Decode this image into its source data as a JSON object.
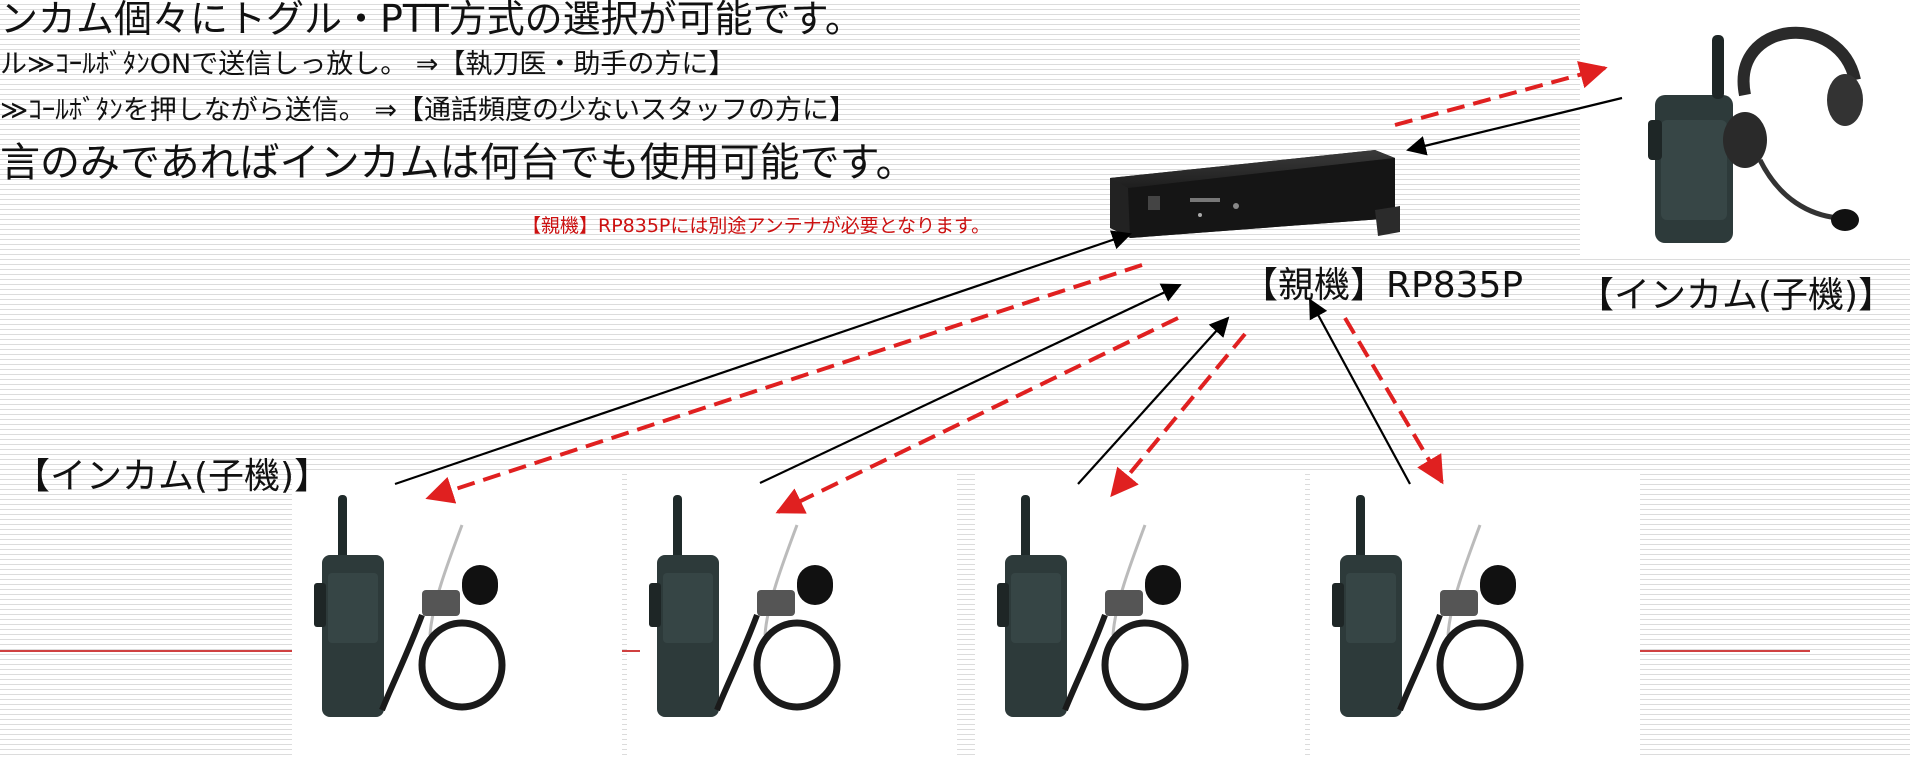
{
  "text": {
    "line1": "ンカム個々にトグル・PTT方式の選択が可能です。",
    "line2": "ル≫ｺｰﾙﾎﾞﾀﾝONで送信しっ放し。 ⇒【執刀医・助手の方に】",
    "line3": "≫ｺｰﾙﾎﾞﾀﾝを押しながら送信。 ⇒【通話頻度の少ないスタッフの方に】",
    "line4": "言のみであればインカムは何台でも使用可能です。",
    "antenna_note": "【親機】RP835Pには別途アンテナが必要となります。",
    "master_label": "【親機】RP835P",
    "handset_label_right": "【インカム(子機)】",
    "handset_label_left": "【インカム(子機)】"
  },
  "icons": {
    "master_unit": "base-station-unit-icon",
    "headset_handset": "headset-handset-icon",
    "handsets": [
      "handset-with-earpiece-icon",
      "handset-with-earpiece-icon",
      "handset-with-earpiece-icon",
      "handset-with-earpiece-icon"
    ]
  },
  "colors": {
    "arrow_black": "#000000",
    "arrow_dashed_red": "#e02020",
    "rule_red": "#c00000"
  }
}
